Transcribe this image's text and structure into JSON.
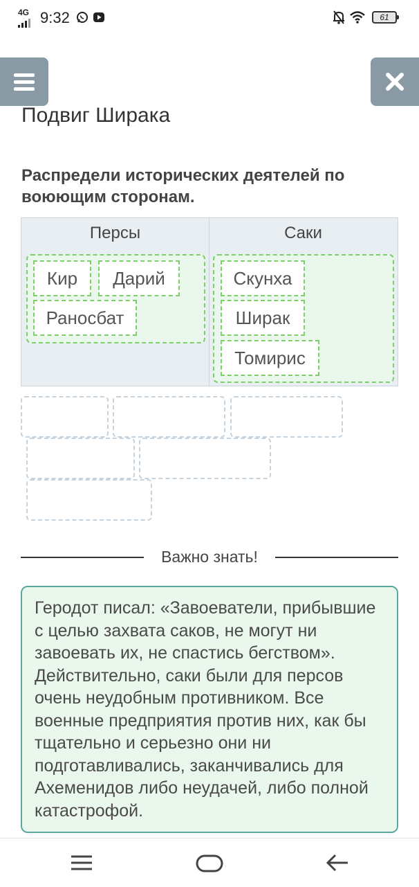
{
  "status_bar": {
    "network": "4G",
    "time": "9:32",
    "battery": "61"
  },
  "header": {
    "title": "Подвиг Ширака"
  },
  "task": {
    "instruction": "Распредели исторических деятелей по воюющим сторонам."
  },
  "columns": [
    {
      "title": "Персы",
      "items": [
        "Кир",
        "Дарий",
        "Раносбат"
      ]
    },
    {
      "title": "Саки",
      "items": [
        "Скунха",
        "Ширак",
        "Томирис"
      ]
    }
  ],
  "divider": {
    "label": "Важно знать!"
  },
  "info": {
    "text": "Геродот писал: «Завоеватели, прибывшие с целью захвата саков, не могут ни завоевать их, не спастись бегством». Действительно, саки были для персов очень неудобным противником. Все военные предприятия против них, как бы тщательно и серьезно они ни подготавливались, заканчивались для Ахеменидов либо неудачей, либо полной катастрофой."
  },
  "colors": {
    "accent_button": "#8a9aa4",
    "drop_border": "#7ccf69",
    "info_border": "#5aa99f"
  },
  "icons": [
    "menu-icon",
    "close-icon",
    "whatsapp-icon",
    "youtube-icon",
    "mute-icon",
    "wifi-icon",
    "battery-icon",
    "nav-menu-icon",
    "nav-home-icon",
    "nav-back-icon"
  ]
}
